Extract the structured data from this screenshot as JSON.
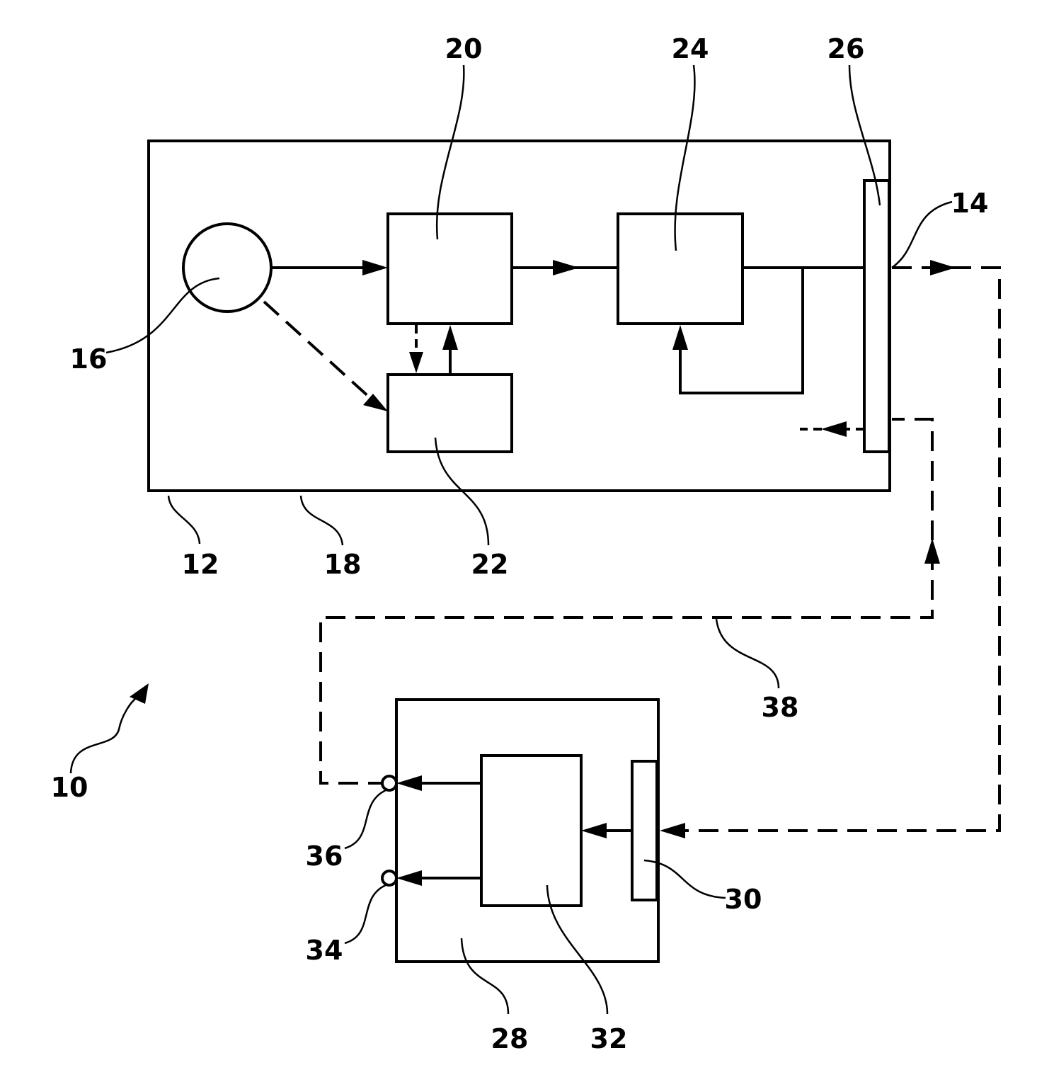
{
  "labels": {
    "l10": "10",
    "l12": "12",
    "l14": "14",
    "l16": "16",
    "l18": "18",
    "l20": "20",
    "l22": "22",
    "l24": "24",
    "l26": "26",
    "l28": "28",
    "l30": "30",
    "l32": "32",
    "l34": "34",
    "l36": "36",
    "l38": "38"
  }
}
